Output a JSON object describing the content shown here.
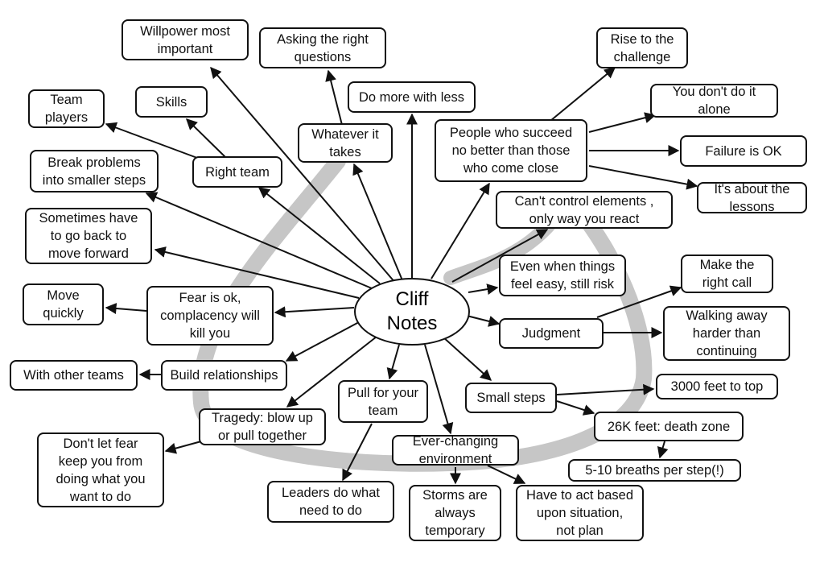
{
  "center": {
    "label": "Cliff\nNotes"
  },
  "nodes": {
    "willpower": "Willpower most\nimportant",
    "asking": "Asking the right\nquestions",
    "rise": "Rise to the\nchallenge",
    "team_players": "Team\nplayers",
    "skills": "Skills",
    "do_more": "Do more with less",
    "you_dont": "You don't do it\nalone",
    "whatever": "Whatever it\ntakes",
    "people_succeed": "People who succeed\nno better than those\nwho come close",
    "failure": "Failure is OK",
    "break_problems": "Break problems\ninto smaller steps",
    "right_team": "Right team",
    "lessons": "It's about the\nlessons",
    "cant_control": "Can't control elements ,\nonly way you react",
    "sometimes": "Sometimes have\nto go back to\nmove forward",
    "even_when": "Even when things\nfeel easy, still risk",
    "make_call": "Make the\nright call",
    "move_quickly": "Move\nquickly",
    "fear_ok": "Fear is ok,\ncomplacency will\nkill you",
    "walking_away": "Walking away\nharder than\ncontinuing",
    "judgment": "Judgment",
    "other_teams": "With other teams",
    "build_rel": "Build relationships",
    "pull": "Pull for your\nteam",
    "small_steps": "Small steps",
    "three_k": "3000 feet to top",
    "tragedy": "Tragedy: blow up\nor pull together",
    "death_zone": "26K feet: death zone",
    "dont_let": "Don't let fear\nkeep you from\ndoing what you\nwant to do",
    "ever_changing": "Ever-changing\nenvironment",
    "breaths": "5-10 breaths per step(!)",
    "leaders": "Leaders do what\nneed to do",
    "storms": "Storms are\nalways\ntemporary",
    "act_based": "Have to act based\nupon situation,\nnot plan"
  }
}
